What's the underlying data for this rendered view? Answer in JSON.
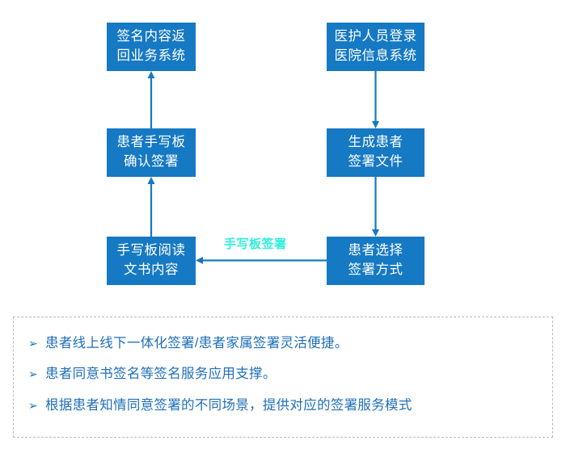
{
  "diagram": {
    "type": "flowchart",
    "accent_color": "#1679c3",
    "edge_label_color": "#2ef0dd",
    "feature_text_color": "#1f6fb8",
    "panel_border_color": "#b9b9b9",
    "nodes": [
      {
        "id": "login",
        "lines": [
          "医护人员登录",
          "医院信息系统"
        ]
      },
      {
        "id": "generate",
        "lines": [
          "生成患者",
          "签署文件"
        ]
      },
      {
        "id": "select",
        "lines": [
          "患者选择",
          "签署方式"
        ]
      },
      {
        "id": "read",
        "lines": [
          "手写板阅读",
          "文书内容"
        ]
      },
      {
        "id": "confirm",
        "lines": [
          "患者手写板",
          "确认签署"
        ]
      },
      {
        "id": "return",
        "lines": [
          "签名内容返",
          "回业务系统"
        ]
      }
    ],
    "edges": [
      {
        "from": "login",
        "to": "generate",
        "direction": "down",
        "label": ""
      },
      {
        "from": "generate",
        "to": "select",
        "direction": "down",
        "label": ""
      },
      {
        "from": "select",
        "to": "read",
        "direction": "left",
        "label": "手写板签署"
      },
      {
        "from": "read",
        "to": "confirm",
        "direction": "up",
        "label": ""
      },
      {
        "from": "confirm",
        "to": "return",
        "direction": "up",
        "label": ""
      }
    ]
  },
  "features": {
    "bullet_glyph": "➢",
    "items": [
      "患者线上线下一体化签署/患者家属签署灵活便捷。",
      "患者同意书签名等签名服务应用支撑。",
      "根据患者知情同意签署的不同场景，提供对应的签署服务模式"
    ]
  }
}
